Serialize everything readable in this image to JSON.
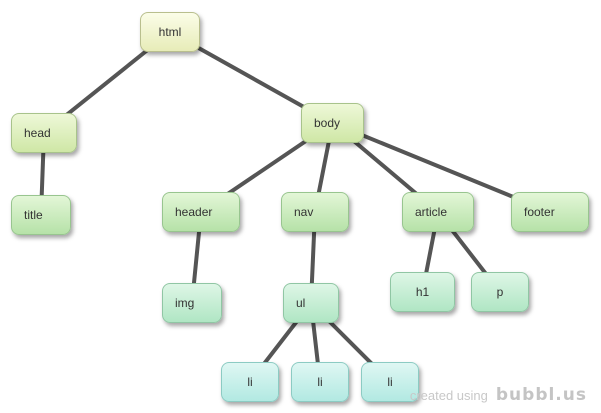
{
  "diagram": {
    "nodes": {
      "html": "html",
      "head": "head",
      "title": "title",
      "body": "body",
      "header": "header",
      "nav": "nav",
      "article": "article",
      "footer": "footer",
      "img": "img",
      "ul": "ul",
      "h1": "h1",
      "p": "p",
      "li_1": "li",
      "li_2": "li",
      "li_3": "li"
    },
    "edges": [
      [
        "html",
        "head"
      ],
      [
        "html",
        "body"
      ],
      [
        "head",
        "title"
      ],
      [
        "body",
        "header"
      ],
      [
        "body",
        "nav"
      ],
      [
        "body",
        "article"
      ],
      [
        "body",
        "footer"
      ],
      [
        "header",
        "img"
      ],
      [
        "nav",
        "ul"
      ],
      [
        "article",
        "h1"
      ],
      [
        "article",
        "p"
      ],
      [
        "ul",
        "li_1"
      ],
      [
        "ul",
        "li_2"
      ],
      [
        "ul",
        "li_3"
      ]
    ],
    "edge_color": "#555555"
  },
  "watermark": {
    "text": "created using",
    "logo": "bubbl.us"
  }
}
